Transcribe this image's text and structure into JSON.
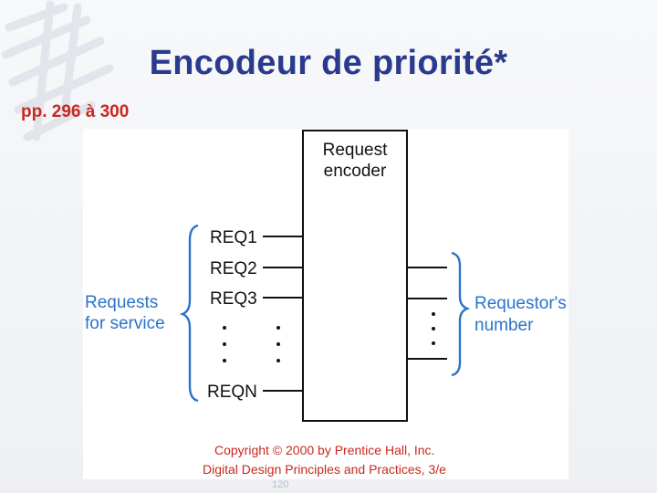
{
  "slide": {
    "title": "Encodeur de priorité*",
    "pages": "pp. 296 à 300",
    "page_number": "120"
  },
  "diagram": {
    "block_label_1": "Request",
    "block_label_2": "encoder",
    "inputs": [
      "REQ1",
      "REQ2",
      "REQ3",
      "REQN"
    ],
    "left_group_1": "Requests",
    "left_group_2": "for service",
    "right_group_1": "Requestor's",
    "right_group_2": "number",
    "copyright_1": "Copyright © 2000 by Prentice Hall, Inc.",
    "copyright_2": "Digital Design Principles and Practices, 3/e"
  },
  "colors": {
    "title": "#2a3a8c",
    "pages": "#c8281e",
    "diagram_blue": "#2b73c9",
    "copyright": "#c8281e"
  }
}
